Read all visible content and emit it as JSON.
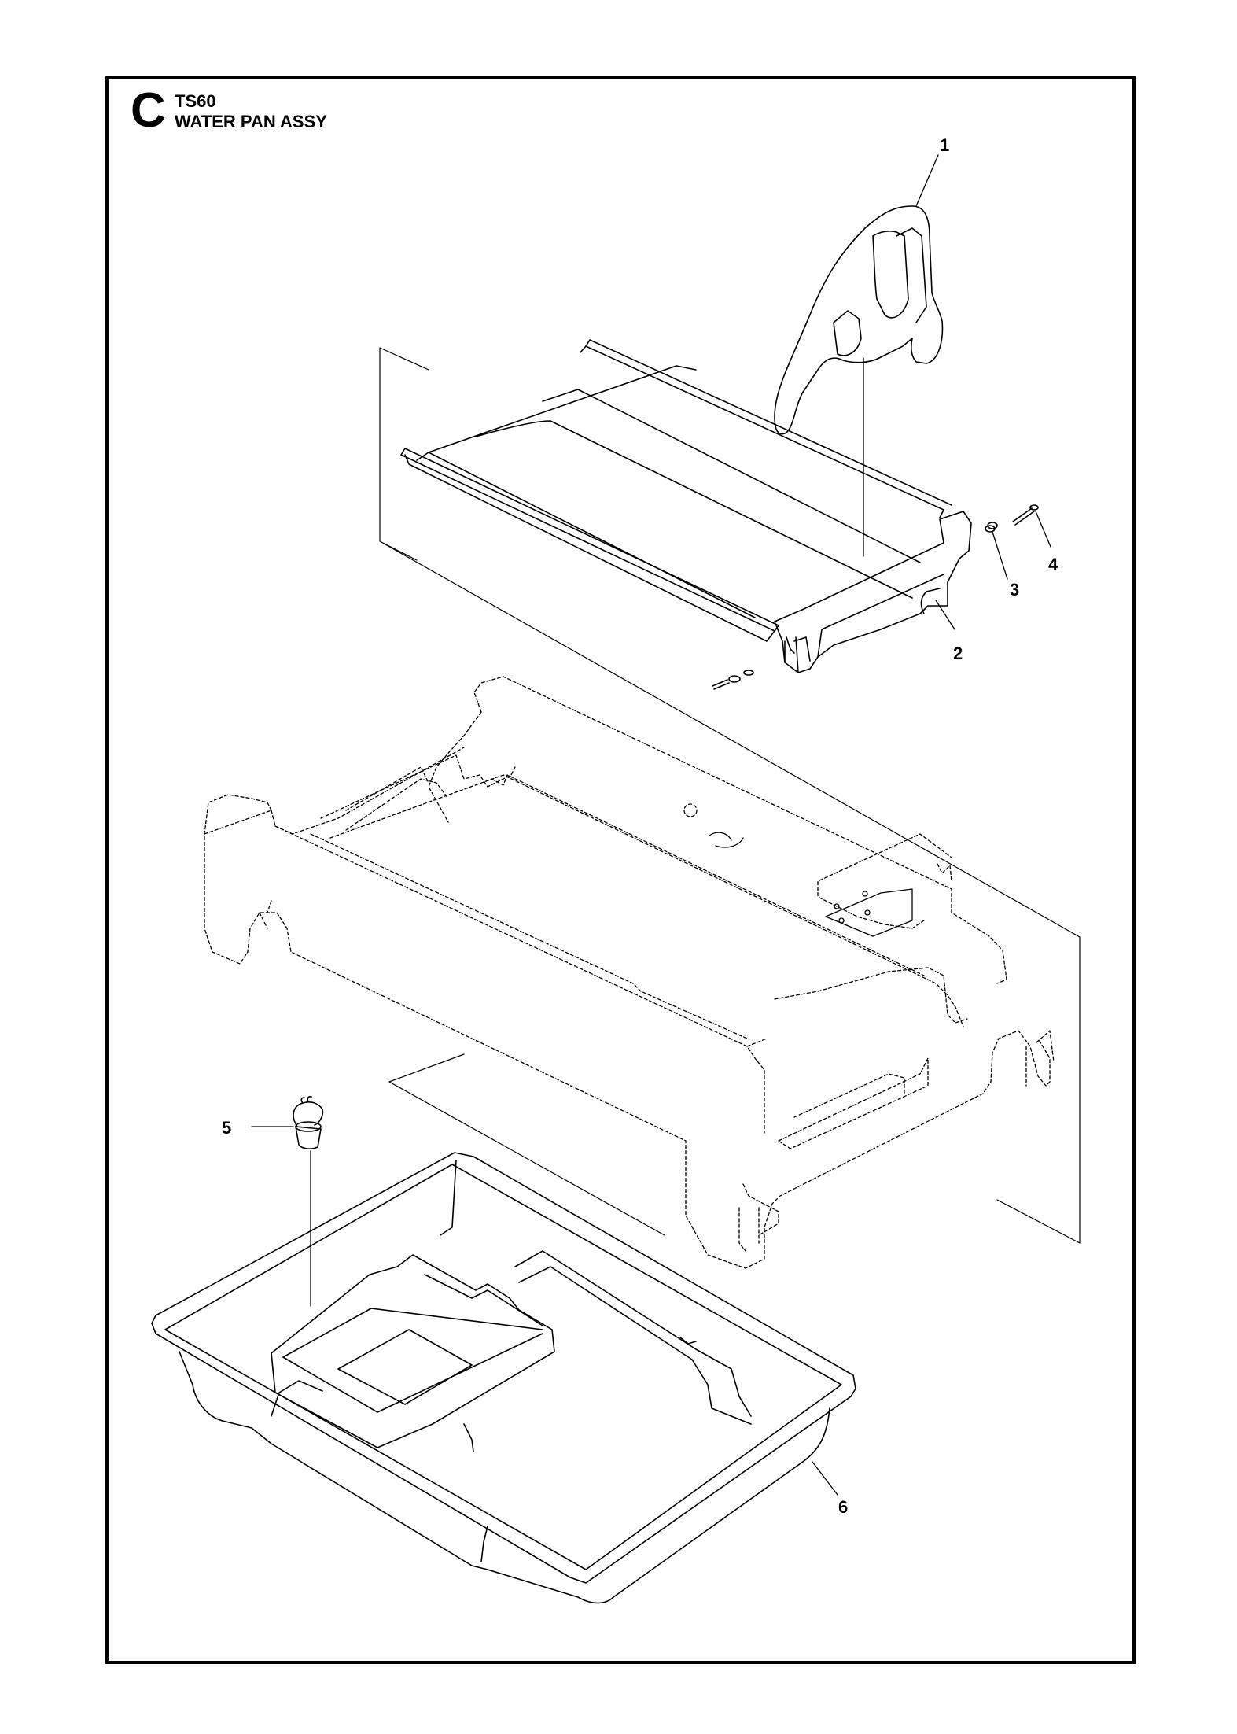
{
  "header": {
    "section_letter": "C",
    "model": "TS60",
    "title": "WATER PAN ASSY"
  },
  "callouts": [
    "1",
    "2",
    "3",
    "4",
    "5",
    "6"
  ]
}
